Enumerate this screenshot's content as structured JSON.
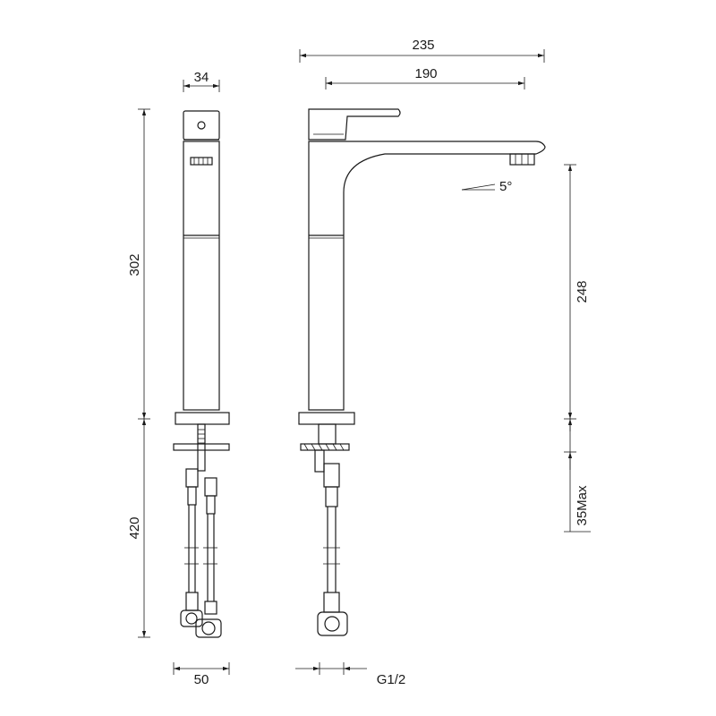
{
  "dimensions": {
    "top_width_total": "235",
    "top_width_spout": "190",
    "side_width": "34",
    "height_body": "302",
    "height_below": "420",
    "height_spout": "248",
    "mount_thickness": "35Max",
    "spout_angle": "5°",
    "bottom_width": "50",
    "thread": "G1/2"
  }
}
